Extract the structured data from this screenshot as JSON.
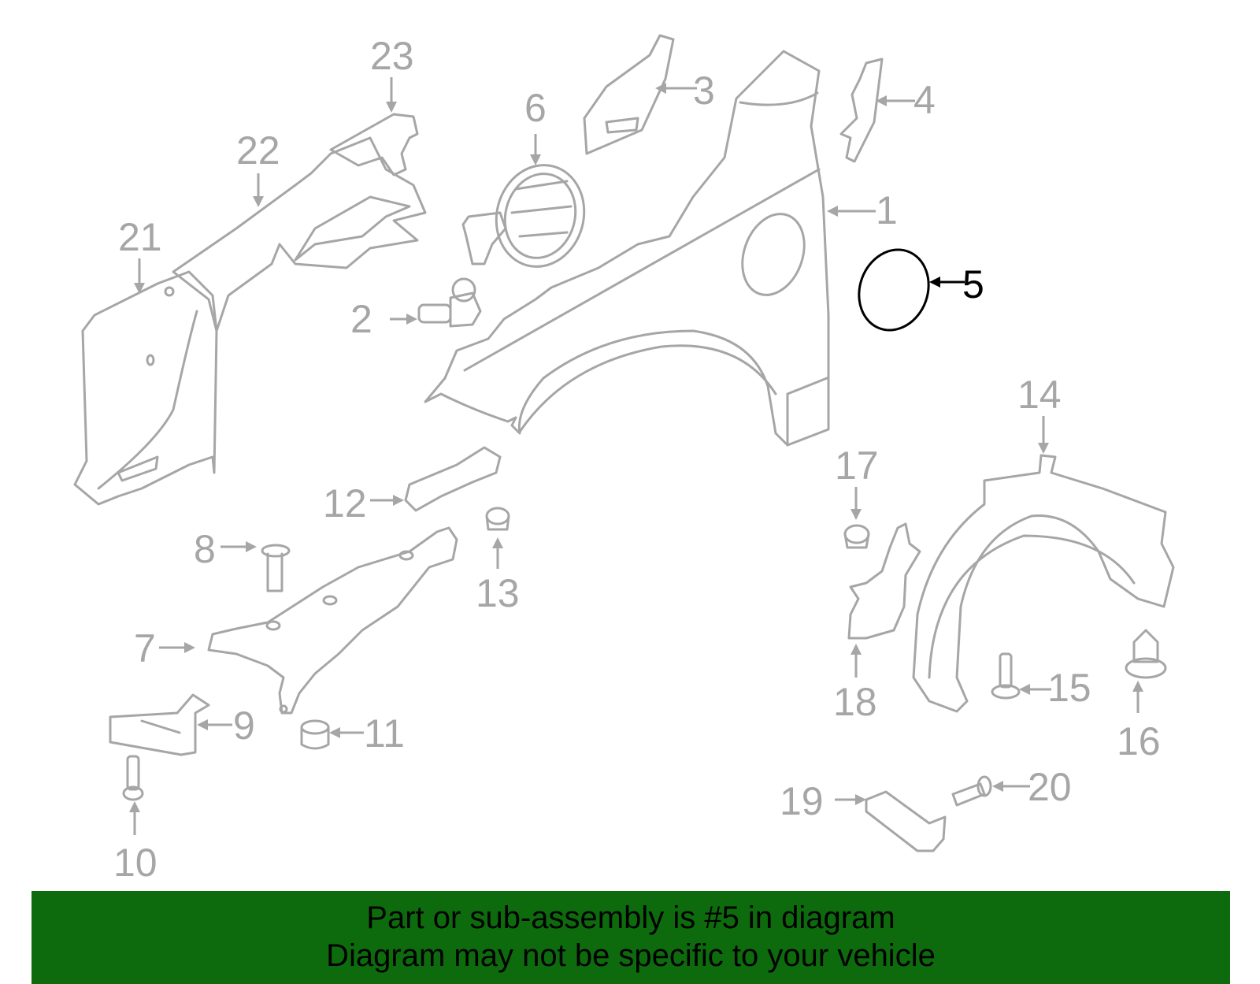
{
  "diagram": {
    "highlight_callout": "5",
    "callouts": [
      "1",
      "2",
      "3",
      "4",
      "5",
      "6",
      "7",
      "8",
      "9",
      "10",
      "11",
      "12",
      "13",
      "14",
      "15",
      "16",
      "17",
      "18",
      "19",
      "20",
      "21",
      "22",
      "23"
    ],
    "colors": {
      "part_stroke": "#a6a6a6",
      "highlight": "#000000",
      "banner_bg": "#0d6b0d"
    }
  },
  "banner": {
    "line1": "Part or sub-assembly is #5 in diagram",
    "line2": "Diagram may not be specific to your vehicle"
  }
}
